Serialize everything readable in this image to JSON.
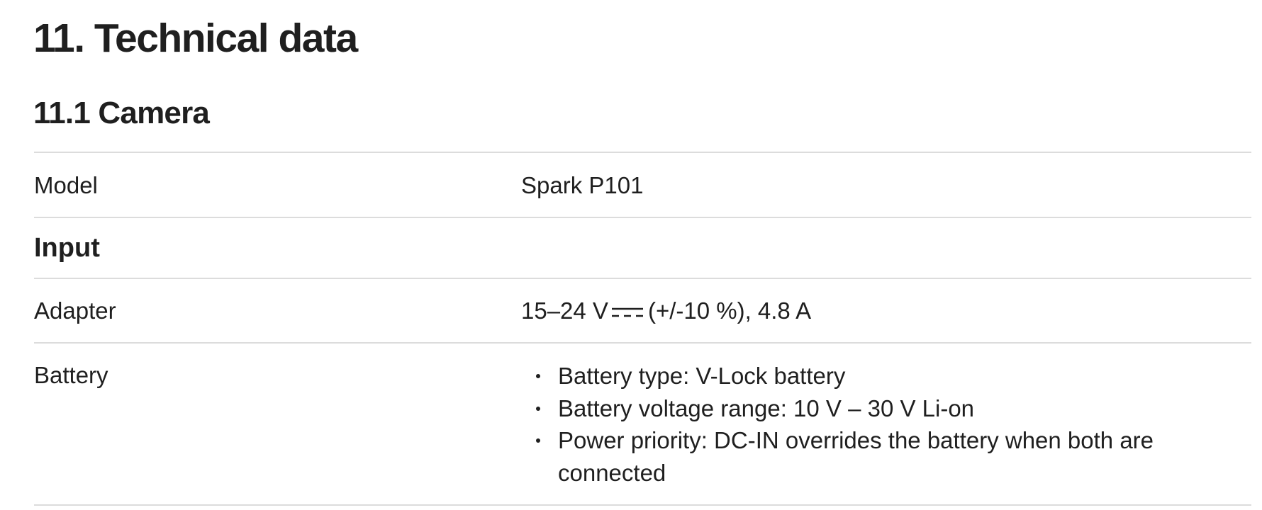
{
  "section": {
    "title": "11. Technical data",
    "subsection_title": "11.1 Camera"
  },
  "table": {
    "model": {
      "label": "Model",
      "value": "Spark P101"
    },
    "input": {
      "heading": "Input"
    },
    "adapter": {
      "label": "Adapter",
      "value_prefix": "15–24 V",
      "symbol": "dc-current-symbol",
      "value_suffix": "(+/-10 %), 4.8 A"
    },
    "battery": {
      "label": "Battery",
      "items": [
        "Battery type: V-Lock battery",
        "Battery voltage range: 10 V – 30 V Li-on",
        "Power priority: DC-IN overrides the battery when both are connected"
      ]
    }
  }
}
